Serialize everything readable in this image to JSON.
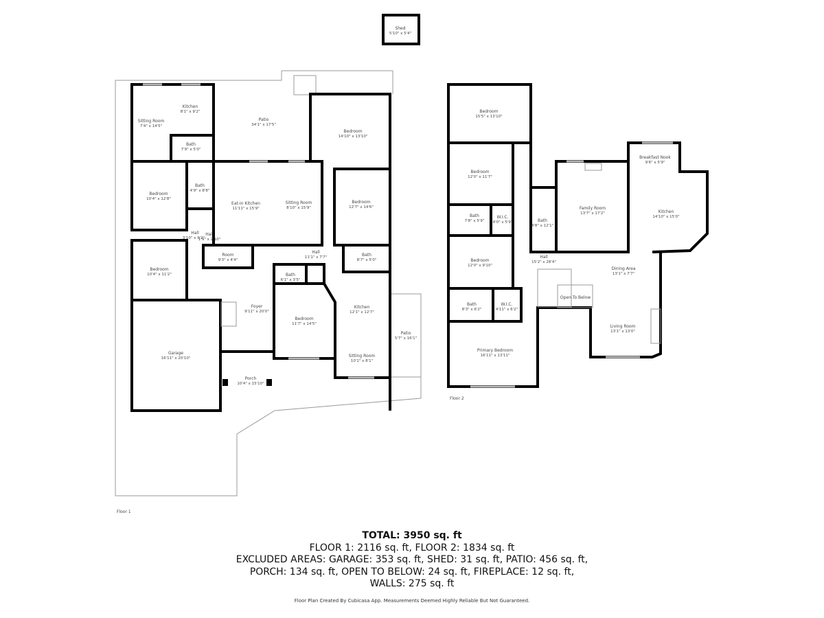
{
  "floor1": {
    "label": "Floor 1",
    "rooms": [
      {
        "name": "Shed",
        "dims": "5'10\" x 5'4\""
      },
      {
        "name": "Sitting Room",
        "dims": "7'4\" x 14'5\""
      },
      {
        "name": "Kitchen",
        "dims": "8'1\" x 9'2\""
      },
      {
        "name": "Bath",
        "dims": "7'9\" x 5'0\""
      },
      {
        "name": "Patio",
        "dims": "34'1\" x 17'5\""
      },
      {
        "name": "Bedroom",
        "dims": "14'10\" x 13'10\""
      },
      {
        "name": "Bedroom",
        "dims": "10'4\" x 12'8\""
      },
      {
        "name": "Bath",
        "dims": "4'9\" x 8'8\""
      },
      {
        "name": "Eat-in Kitchen",
        "dims": "11'11\" x 15'9\""
      },
      {
        "name": "Sitting Room",
        "dims": "8'10\" x 15'9\""
      },
      {
        "name": "Bedroom",
        "dims": "12'7\" x 14'6\""
      },
      {
        "name": "Hall",
        "dims": "3'10\" x 9'2\""
      },
      {
        "name": "Hall",
        "dims": "1'9\" x 2'10\""
      },
      {
        "name": "Room",
        "dims": "9'3\" x 4'4\""
      },
      {
        "name": "Hall",
        "dims": "11'1\" x 7'7\""
      },
      {
        "name": "Bath",
        "dims": "8'7\" x 5'0\""
      },
      {
        "name": "Bedroom",
        "dims": "10'4\" x 11'2\""
      },
      {
        "name": "Bath",
        "dims": "6'1\" x 3'5\""
      },
      {
        "name": "Foyer",
        "dims": "9'11\" x 20'0\""
      },
      {
        "name": "Bedroom",
        "dims": "11'7\" x 14'5\""
      },
      {
        "name": "Kitchen",
        "dims": "12'1\" x 12'7\""
      },
      {
        "name": "Patio",
        "dims": "5'7\" x 16'1\""
      },
      {
        "name": "Sitting Room",
        "dims": "10'1\" x 8'1\""
      },
      {
        "name": "Garage",
        "dims": "16'11\" x 20'10\""
      },
      {
        "name": "Porch",
        "dims": "10'4\" x 15'10\""
      }
    ]
  },
  "floor2": {
    "label": "Floor 2",
    "rooms": [
      {
        "name": "Bedroom",
        "dims": "15'5\" x 13'10\""
      },
      {
        "name": "Bedroom",
        "dims": "12'0\" x 11'7\""
      },
      {
        "name": "Bath",
        "dims": "7'8\" x 5'9\""
      },
      {
        "name": "W.I.C.",
        "dims": "4'0\" x 5'9\""
      },
      {
        "name": "Bath",
        "dims": "4'8\" x 12'1\""
      },
      {
        "name": "Family Room",
        "dims": "13'7\" x 17'2\""
      },
      {
        "name": "Breakfast Nook",
        "dims": "9'6\" x 5'9\""
      },
      {
        "name": "Kitchen",
        "dims": "14'10\" x 15'0\""
      },
      {
        "name": "Bedroom",
        "dims": "12'0\" x 9'10\""
      },
      {
        "name": "Hall",
        "dims": "15'2\" x 28'4\""
      },
      {
        "name": "Dining Area",
        "dims": "13'1\" x 7'7\""
      },
      {
        "name": "Open To Below",
        "dims": ""
      },
      {
        "name": "Bath",
        "dims": "8'3\" x 6'2\""
      },
      {
        "name": "W.I.C.",
        "dims": "4'11\" x 6'2\""
      },
      {
        "name": "Living Room",
        "dims": "13'1\" x 13'0\""
      },
      {
        "name": "Primary Bedroom",
        "dims": "16'11\" x 13'11\""
      }
    ]
  },
  "summary": {
    "total": "TOTAL: 3950 sq. ft",
    "lines": [
      "FLOOR 1: 2116 sq. ft, FLOOR 2: 1834 sq. ft",
      "EXCLUDED AREAS: GARAGE: 353 sq. ft, SHED: 31 sq. ft, PATIO: 456 sq. ft,",
      "PORCH: 134 sq. ft, OPEN TO BELOW: 24 sq. ft, FIREPLACE: 12 sq. ft,",
      "WALLS: 275 sq. ft"
    ]
  },
  "footer": "Floor Plan Created By Cubicasa App. Measurements Deemed Highly Reliable But Not Guaranteed."
}
